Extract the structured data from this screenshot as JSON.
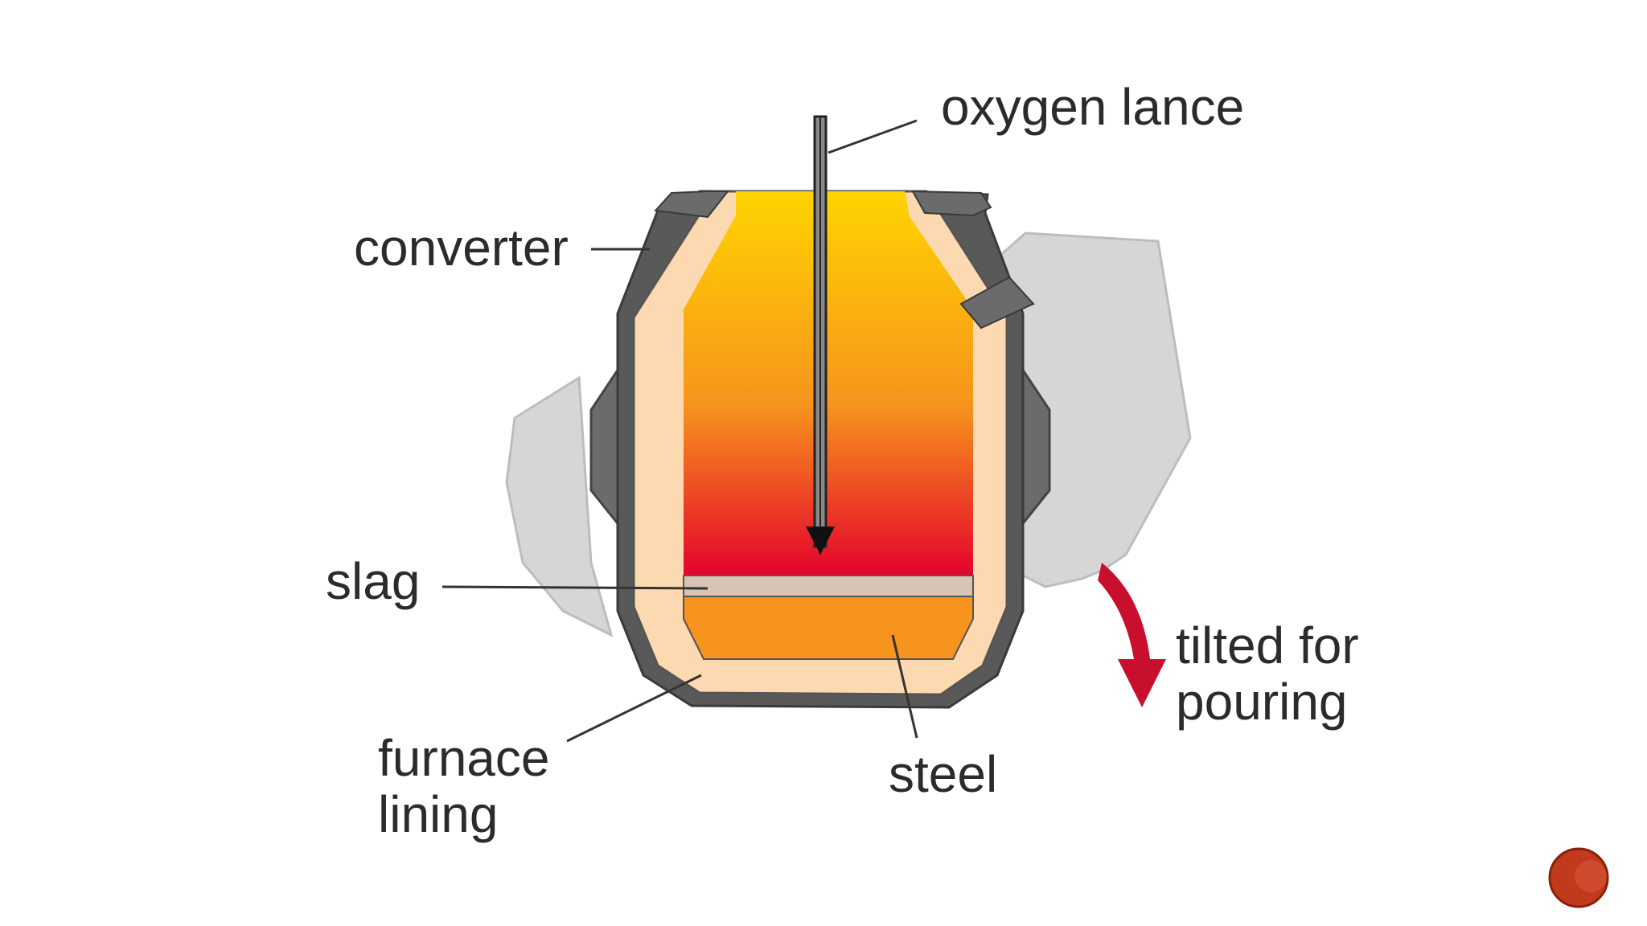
{
  "diagram": {
    "labels": {
      "oxygen_lance": "oxygen lance",
      "converter": "converter",
      "slag": "slag",
      "furnace_line1": "furnace",
      "furnace_line2": "lining",
      "steel": "steel",
      "tilted_line1": "tilted for",
      "tilted_line2": "pouring"
    },
    "colors": {
      "molten_top": "#ffd400",
      "molten_mid": "#f7941d",
      "molten_bottom": "#e4002b",
      "lining": "#fcd9b0",
      "shell": "#595959",
      "slag": "#d8c3b5",
      "steel": "#f7941d",
      "tilt_arrow": "#c8102e",
      "ghost_converter": "#d3d3d3"
    }
  },
  "footer": {
    "icon": "red-circle-logo-icon"
  }
}
